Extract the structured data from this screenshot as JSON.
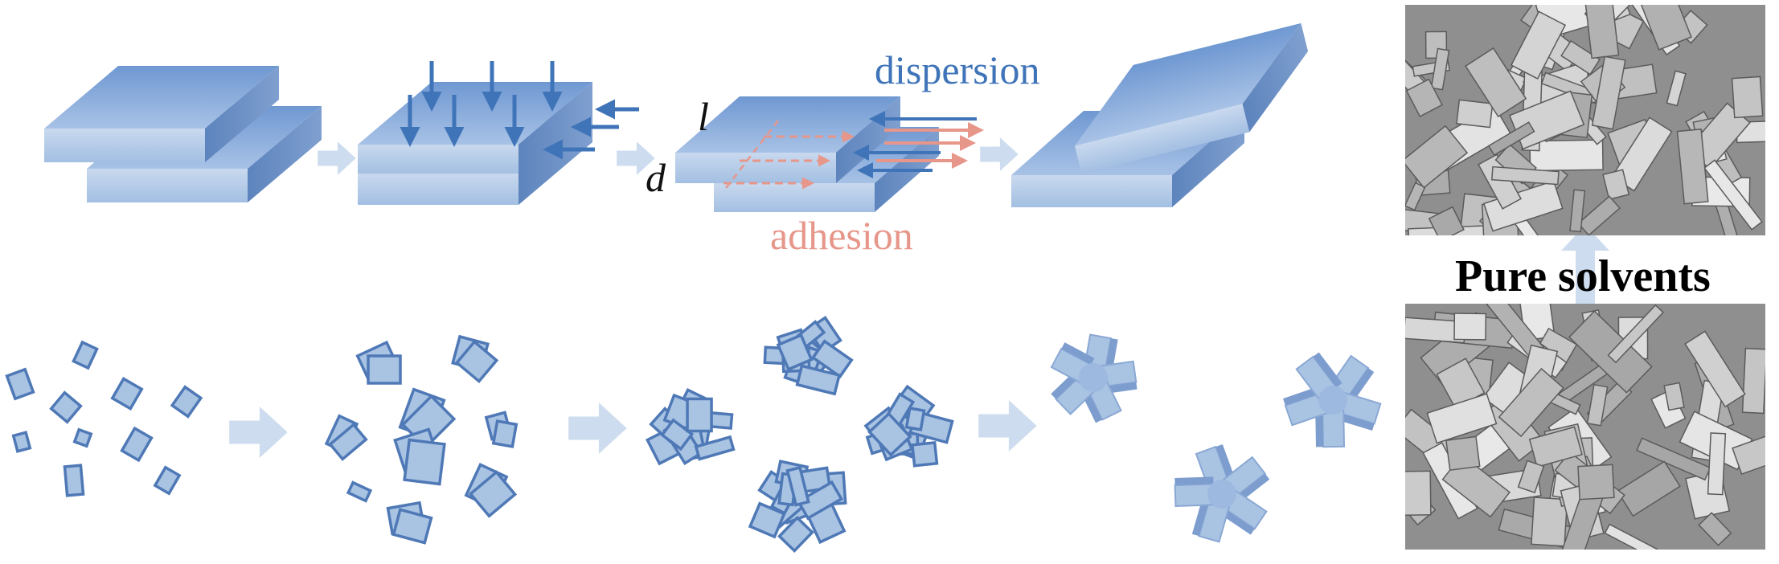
{
  "labels": {
    "dispersion": "dispersion",
    "adhesion": "adhesion",
    "length_symbol": "l",
    "distance_symbol": "d",
    "pure_solvents": "Pure solvents"
  },
  "colors": {
    "plate_top": "#7fa6d8",
    "plate_face": "#b9cfea",
    "plate_side": "#6b8fc2",
    "dispersion_arrow": "#3f74b8",
    "adhesion_arrow": "#e7968a",
    "flow_arrow": "#cddcee",
    "crystal_fill": "#a9c3e3",
    "crystal_edge": "#4f79b6",
    "sem_background": "#8f8f8f"
  },
  "icons": {
    "process_arrow": "right-arrow-icon",
    "up_arrow": "up-arrow-icon"
  }
}
